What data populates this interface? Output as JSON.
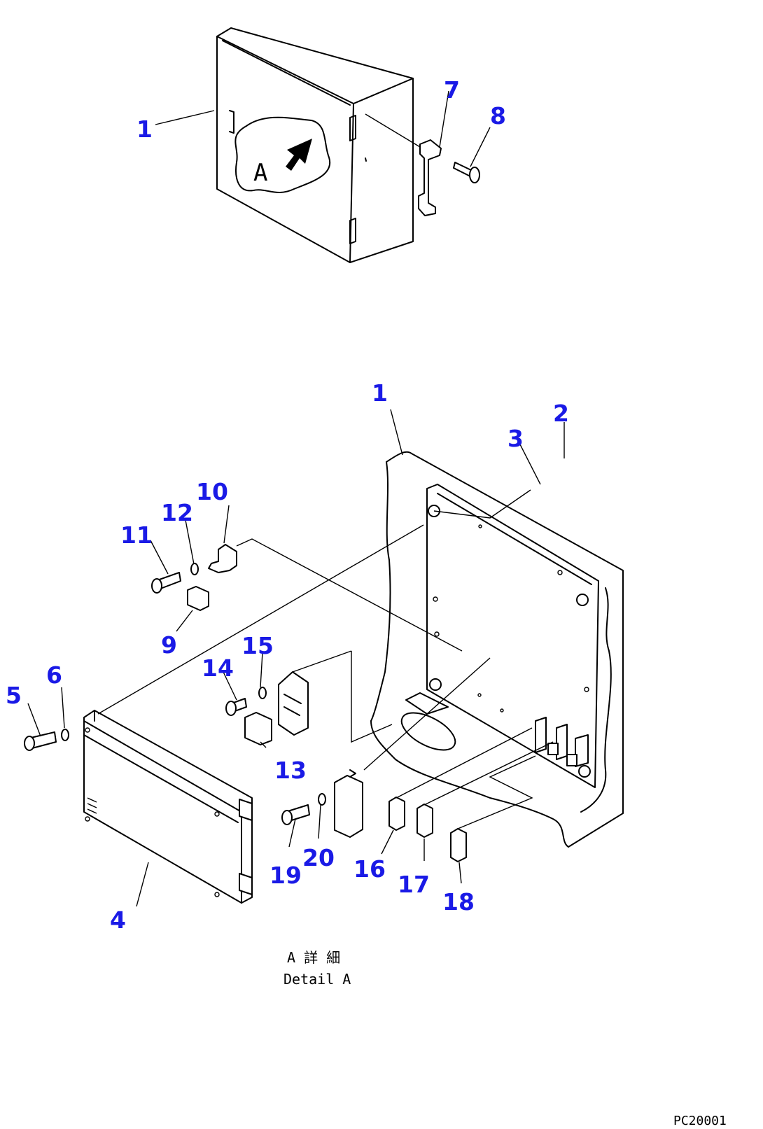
{
  "callouts": {
    "c1_top": "1",
    "c7": "7",
    "c8": "8",
    "c1_detail": "1",
    "c2": "2",
    "c3": "3",
    "c4": "4",
    "c5": "5",
    "c6": "6",
    "c9": "9",
    "c10": "10",
    "c11": "11",
    "c12": "12",
    "c13": "13",
    "c14": "14",
    "c15": "15",
    "c16": "16",
    "c17": "17",
    "c18": "18",
    "c19": "19",
    "c20": "20"
  },
  "view_label": "A",
  "caption": {
    "line1": "A 詳 細",
    "line2": "Detail A"
  },
  "drawing_code": "PC20001",
  "colors": {
    "callout": "#1a1ae6",
    "line": "#000000",
    "background": "#ffffff"
  }
}
